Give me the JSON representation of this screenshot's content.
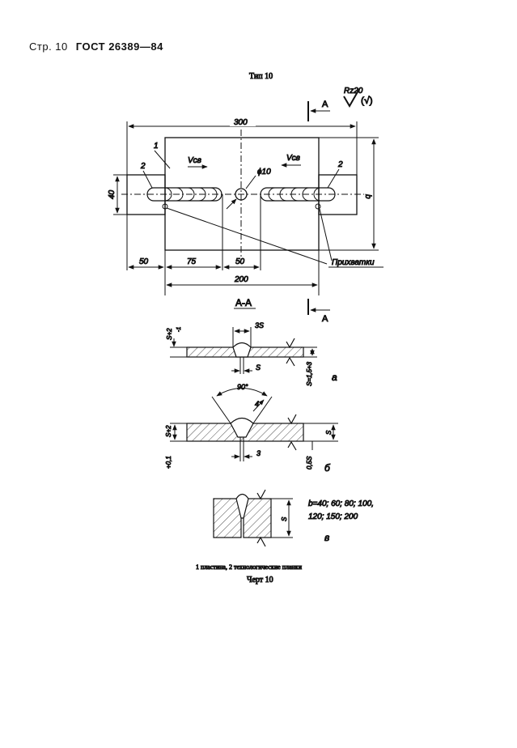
{
  "header": {
    "page_label": "Стр. 10",
    "standard": "ГОСТ 26389—84"
  },
  "drawing": {
    "type_label": "Тип 10",
    "roughness": "Rz20",
    "roughness_paren": "(√)",
    "section_mark": "А",
    "section_title": "А-А",
    "dims": {
      "total_length": "300",
      "plate_length": "200",
      "tab_length": "50",
      "dist_75": "75",
      "dist_50": "50",
      "tab_width": "40",
      "width_b": "b",
      "hole": "ϕ10"
    },
    "labels": {
      "plate_no": "1",
      "tab_no": "2",
      "weld_speed": "Vсв",
      "tacks": "Прихватки"
    },
    "section_a": {
      "gap_top": "3S",
      "thickness": "S",
      "left_tol": "S+2",
      "left_tol_sub": "-1",
      "thick_range": "S=1,5÷3",
      "letter": "а"
    },
    "section_b": {
      "angle": "90°",
      "bevel": "4",
      "left_tol": "S+2",
      "lower_tol": "+0,1",
      "gap": "3",
      "root": "0,5S",
      "thickness": "S",
      "letter": "б"
    },
    "section_c": {
      "thickness": "S",
      "b_values_1": "b=40; 60; 80; 100,",
      "b_values_2": "120; 150; 200",
      "letter": "в"
    },
    "legend": "1 пластина, 2 технологические планки",
    "caption": "Черт 10"
  }
}
